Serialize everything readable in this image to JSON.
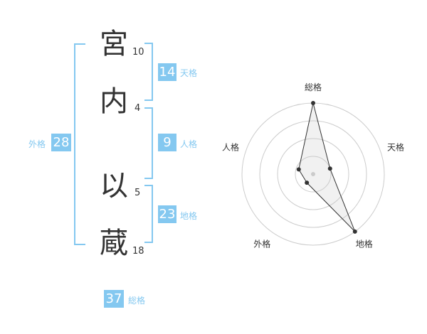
{
  "name_chars": [
    {
      "char": "宮",
      "strokes": "10"
    },
    {
      "char": "内",
      "strokes": "4"
    },
    {
      "char": "以",
      "strokes": "5"
    },
    {
      "char": "蔵",
      "strokes": "18"
    }
  ],
  "fortunes": {
    "tenkaku": {
      "value": "14",
      "label": "天格"
    },
    "jinkaku": {
      "value": "9",
      "label": "人格"
    },
    "chikaku": {
      "value": "23",
      "label": "地格"
    },
    "gaikaku": {
      "value": "28",
      "label": "外格"
    },
    "soukaku": {
      "value": "37",
      "label": "総格"
    }
  },
  "colors": {
    "accent": "#84c8f0",
    "text": "#333333",
    "grid": "#cccccc"
  },
  "chart_data": {
    "type": "radar",
    "axes": [
      "総格",
      "天格",
      "地格",
      "外格",
      "人格"
    ],
    "values": [
      4,
      1,
      4,
      0.6,
      0.85
    ],
    "max": 4,
    "rings": 4
  }
}
